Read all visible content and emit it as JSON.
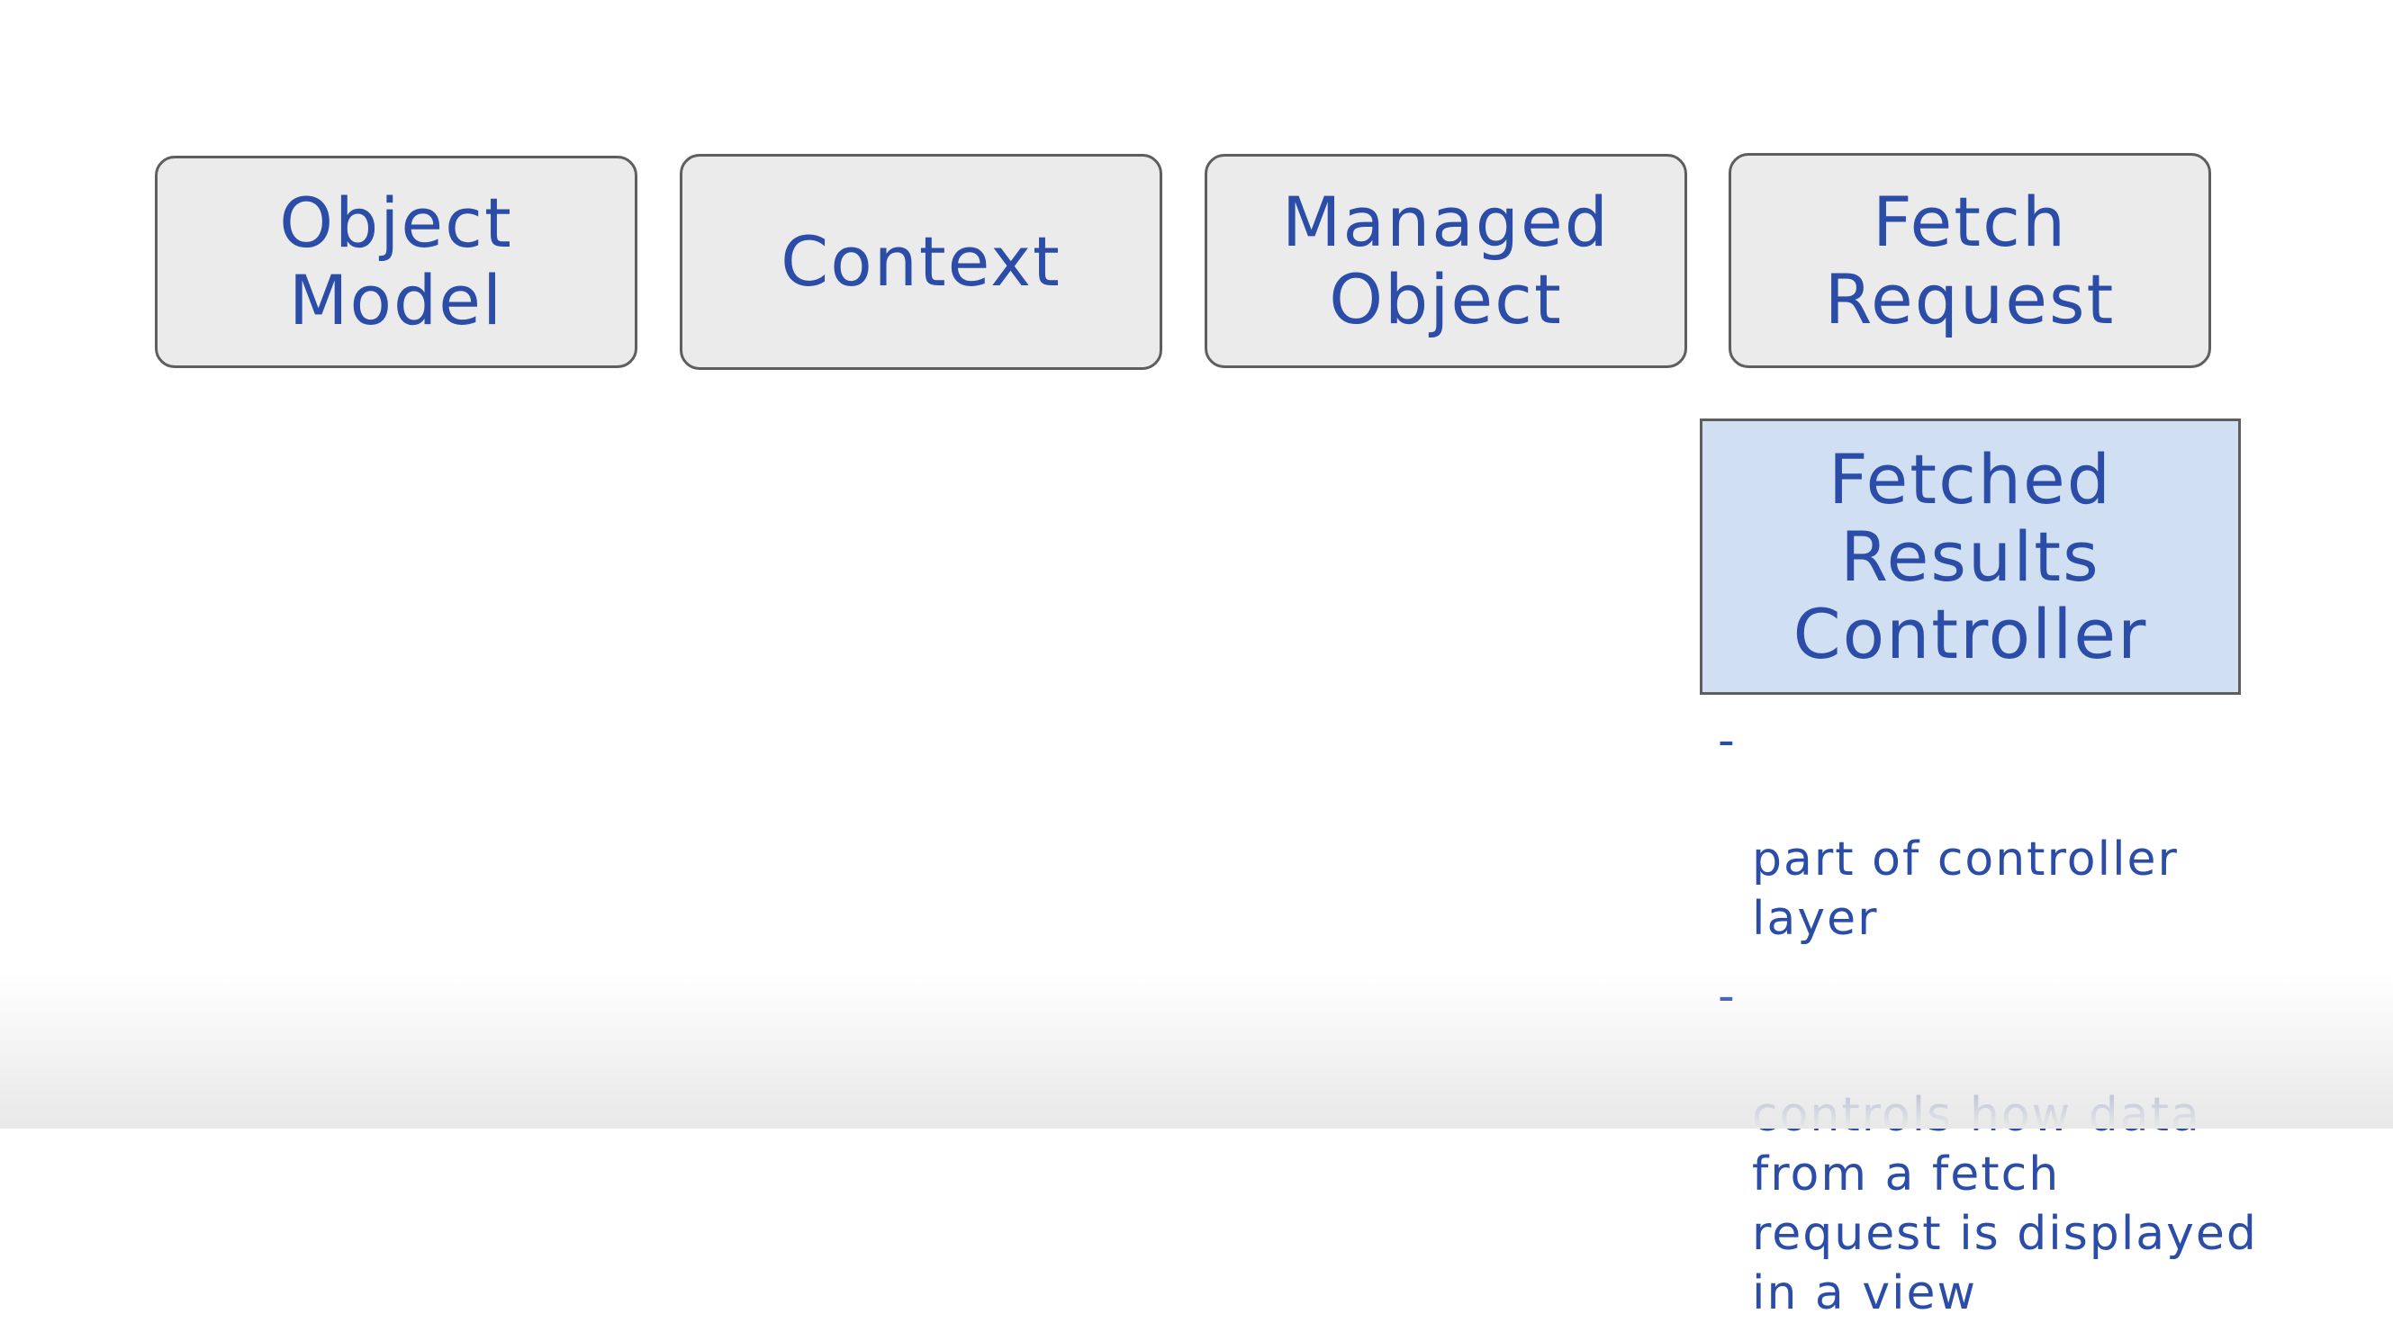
{
  "diagram": {
    "top_boxes": [
      {
        "label": "Object\nModel"
      },
      {
        "label": "Context"
      },
      {
        "label": "Managed\nObject"
      },
      {
        "label": "Fetch\nRequest"
      }
    ],
    "highlight_box": {
      "label": "Fetched\nResults\nController"
    },
    "notes": [
      {
        "bullet": "-",
        "text": "part of controller\nlayer"
      },
      {
        "bullet": "-",
        "text": "controls how data\nfrom a fetch\nrequest is displayed\nin a view"
      }
    ]
  },
  "colors": {
    "ink": "#2b4da8",
    "box_fill": "#ebebeb",
    "box_border": "#5e5e5e",
    "highlight_fill": "#d0e0f2"
  }
}
